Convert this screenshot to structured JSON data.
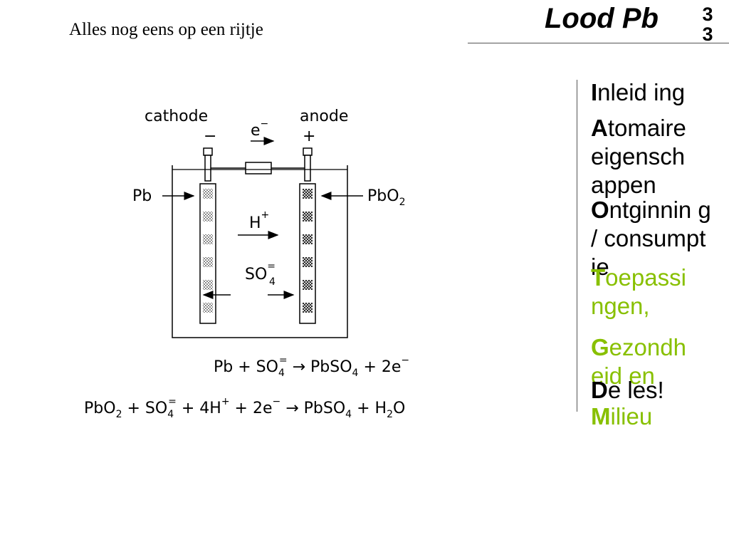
{
  "header": {
    "subtitle": "Alles nog eens op een rijtje",
    "title": "Lood Pb",
    "slide_number_1": "3",
    "slide_number_2": "3"
  },
  "nav": [
    {
      "initial": "I",
      "rest": "nleid ing"
    },
    {
      "initial": "A",
      "rest": "tomaire eigensch appen"
    },
    {
      "initial": "O",
      "rest": "ntginnin g / consumpt ie"
    },
    {
      "initial": "T",
      "rest": "oepassi ngen,"
    },
    {
      "initial": "G",
      "rest": "ezondh eid en"
    },
    {
      "initial": "D",
      "rest": "e les!"
    },
    {
      "initial": "M",
      "rest": "ilieu"
    }
  ],
  "colors": {
    "accent_green": "#88c000",
    "text": "#000000"
  },
  "diagram": {
    "cathode_label": "cathode",
    "anode_label": "anode",
    "cathode_sign": "−",
    "anode_sign": "+",
    "electron": "e",
    "electron_sup": "−",
    "left_electrode": "Pb",
    "right_electrode_base": "PbO",
    "right_electrode_sub": "2",
    "hydrogen": "H",
    "hydrogen_sup": "+",
    "sulfate_base": "SO",
    "sulfate_sub": "4",
    "sulfate_sup": "="
  },
  "equations": {
    "eq1": {
      "a": "Pb + SO",
      "a_sub": "4",
      "a_sup": "=",
      "b": " → PbSO",
      "b_sub": "4",
      "c": " + 2e",
      "c_sup": "−"
    },
    "eq2": {
      "a": "PbO",
      "a_sub": "2",
      "b": " + SO",
      "b_sub": "4",
      "b_sup": "=",
      "c": " + 4H",
      "c_sup": "+",
      "d": " + 2e",
      "d_sup": "−",
      "e": " → PbSO",
      "e_sub": "4",
      "f": " + H",
      "f_sub": "2",
      "g": "O"
    }
  }
}
